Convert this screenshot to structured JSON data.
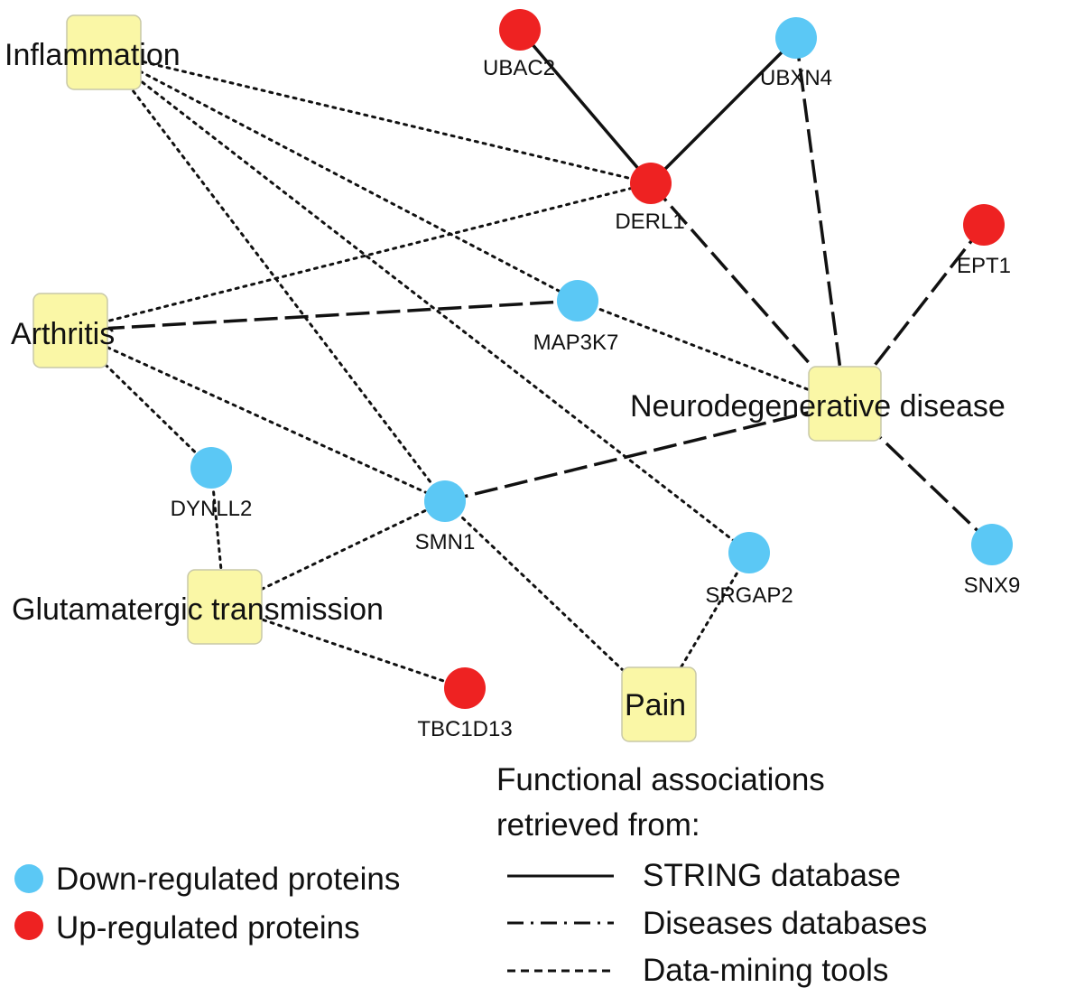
{
  "diagram": {
    "colors": {
      "down": "#5BC8F5",
      "up": "#EE2222",
      "disease_fill": "#FAF7A6",
      "disease_stroke": "#c8c8a8",
      "edge": "#111111"
    },
    "diseases": [
      {
        "id": "inflammation",
        "label": "Inflammation"
      },
      {
        "id": "arthritis",
        "label": "Arthritis"
      },
      {
        "id": "neuro",
        "label": "Neurodegenerative disease"
      },
      {
        "id": "glut",
        "label": "Glutamatergic transmission"
      },
      {
        "id": "pain",
        "label": "Pain"
      }
    ],
    "proteins": [
      {
        "id": "ubac2",
        "label": "UBAC2",
        "regulation": "up"
      },
      {
        "id": "ubxn4",
        "label": "UBXN4",
        "regulation": "down"
      },
      {
        "id": "derl1",
        "label": "DERL1",
        "regulation": "up"
      },
      {
        "id": "ept1",
        "label": "EPT1",
        "regulation": "up"
      },
      {
        "id": "map3k7",
        "label": "MAP3K7",
        "regulation": "down"
      },
      {
        "id": "dynll2",
        "label": "DYNLL2",
        "regulation": "down"
      },
      {
        "id": "smn1",
        "label": "SMN1",
        "regulation": "down"
      },
      {
        "id": "srgap2",
        "label": "SRGAP2",
        "regulation": "down"
      },
      {
        "id": "snx9",
        "label": "SNX9",
        "regulation": "down"
      },
      {
        "id": "tbc1d13",
        "label": "TBC1D13",
        "regulation": "up"
      }
    ],
    "edges": [
      {
        "from": "ubac2",
        "to": "derl1",
        "source": "string"
      },
      {
        "from": "ubxn4",
        "to": "derl1",
        "source": "string"
      },
      {
        "from": "ubxn4",
        "to": "neuro",
        "source": "diseases"
      },
      {
        "from": "derl1",
        "to": "neuro",
        "source": "diseases"
      },
      {
        "from": "ept1",
        "to": "neuro",
        "source": "diseases"
      },
      {
        "from": "snx9",
        "to": "neuro",
        "source": "diseases"
      },
      {
        "from": "arthritis",
        "to": "map3k7",
        "source": "diseases"
      },
      {
        "from": "smn1",
        "to": "neuro",
        "source": "diseases"
      },
      {
        "from": "inflammation",
        "to": "derl1",
        "source": "datamining"
      },
      {
        "from": "inflammation",
        "to": "map3k7",
        "source": "datamining"
      },
      {
        "from": "inflammation",
        "to": "smn1",
        "source": "datamining"
      },
      {
        "from": "inflammation",
        "to": "srgap2",
        "source": "datamining"
      },
      {
        "from": "arthritis",
        "to": "derl1",
        "source": "datamining"
      },
      {
        "from": "arthritis",
        "to": "smn1",
        "source": "datamining"
      },
      {
        "from": "arthritis",
        "to": "dynll2",
        "source": "datamining"
      },
      {
        "from": "map3k7",
        "to": "neuro",
        "source": "datamining"
      },
      {
        "from": "dynll2",
        "to": "glut",
        "source": "datamining"
      },
      {
        "from": "glut",
        "to": "smn1",
        "source": "datamining"
      },
      {
        "from": "glut",
        "to": "tbc1d13",
        "source": "datamining"
      },
      {
        "from": "smn1",
        "to": "pain",
        "source": "datamining"
      },
      {
        "from": "srgap2",
        "to": "pain",
        "source": "datamining"
      }
    ]
  },
  "legend": {
    "down_label": "Down-regulated proteins",
    "up_label": "Up-regulated proteins",
    "title_line1": "Functional associations",
    "title_line2": "retrieved from:",
    "string_label": "STRING database",
    "diseases_label": "Diseases databases",
    "datamining_label": "Data-mining tools"
  }
}
